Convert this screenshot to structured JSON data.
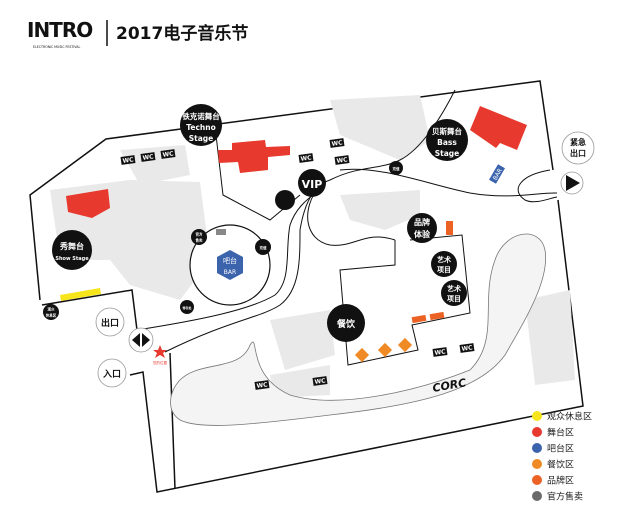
{
  "header": {
    "logo": "INTRO",
    "logo_subtitle": "ELECTRONIC MUSIC FESTIVAL",
    "title": "2017电子音乐节"
  },
  "map": {
    "techno_stage": {
      "cn": "铁克诺舞台",
      "en1": "Techno",
      "en2": "Stage"
    },
    "bass_stage": {
      "cn": "贝斯舞台",
      "en1": "Bass",
      "en2": "Stage"
    },
    "show_stage": {
      "cn": "秀舞台",
      "en": "Show Stage"
    },
    "vip": "VIP",
    "bar": {
      "cn": "吧台",
      "en": "BAR"
    },
    "bar_tag": "BAR",
    "brand": {
      "l1": "品牌",
      "l2": "体验"
    },
    "art": {
      "l1": "艺术",
      "l2": "项目"
    },
    "food": "餐饮",
    "emergency_exit": {
      "l1": "紧急",
      "l2": "出口"
    },
    "exit": "出口",
    "entrance": "入口",
    "official_sales": {
      "l1": "官方",
      "l2": "售卖"
    },
    "recharge": "充值",
    "storage": "寄存处",
    "rest_area": {
      "l1": "观众",
      "l2": "休息区"
    },
    "you_are_here": "您的位置",
    "wc": "WC",
    "sponsor_logo": "CORC"
  },
  "legend": [
    {
      "label": "观众休息区",
      "color": "#f7e51b"
    },
    {
      "label": "舞台区",
      "color": "#e8392f"
    },
    {
      "label": "吧台区",
      "color": "#3b64ad"
    },
    {
      "label": "餐饮区",
      "color": "#f08a24"
    },
    {
      "label": "品牌区",
      "color": "#ec6224"
    },
    {
      "label": "官方售卖",
      "color": "#6b6b6b"
    }
  ]
}
